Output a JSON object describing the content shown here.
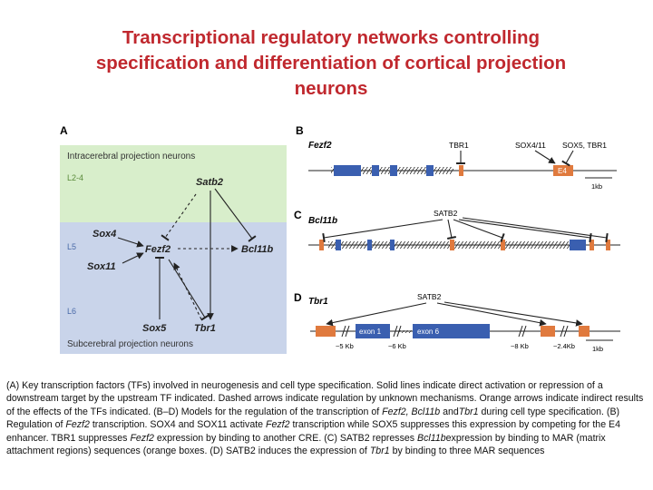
{
  "title": {
    "line1": "Transcriptional regulatory networks controlling",
    "line2": "specification and differentiation of cortical projection",
    "line3": "neurons"
  },
  "panel_a": {
    "letter": "A",
    "top_label": "Intracerebral projection neurons",
    "bottom_label": "Subcerebral projection neurons",
    "layer_l24": "L2-4",
    "layer_l5": "L5",
    "layer_l6": "L6",
    "genes": {
      "satb2": "Satb2",
      "sox4": "Sox4",
      "fezf2": "Fezf2",
      "bcl11b": "Bcl11b",
      "sox11": "Sox11",
      "sox5": "Sox5",
      "tbr1": "Tbr1"
    },
    "colors": {
      "upper": "#d8eecb",
      "lower": "#c9d4ea"
    }
  },
  "panel_b": {
    "letter": "B",
    "gene": "Fezf2",
    "tbr1": "TBR1",
    "sox4_11": "SOX4/11",
    "sox5_tbr1": "SOX5, TBR1",
    "enhancer": "E4",
    "scale": "1kb"
  },
  "panel_c": {
    "letter": "C",
    "gene": "Bcl11b",
    "satb2": "SATB2"
  },
  "panel_d": {
    "letter": "D",
    "gene": "Tbr1",
    "satb2": "SATB2",
    "exon1": "exon 1",
    "exon6": "exon 6",
    "d1": "~5 Kb",
    "d2": "~6 Kb",
    "d3": "~8 Kb",
    "d4": "~2.4Kb",
    "scale": "1kb"
  },
  "colors": {
    "exon": "#3a5fb0",
    "mar": "#e07a3e",
    "title": "#c0282e"
  },
  "caption": {
    "c1": "(A) Key transcription factors (TFs) involved in neurogenesis and cell type specification. Solid lines indicate direct activation or repression of a downstream target by the upstream TF indicated. Dashed arrows indicate regulation by unknown mechanisms. Orange arrows indicate indirect results of the effects of the TFs indicated. (B–D) Models for the regulation of the transcription of ",
    "c2": "Fezf2, Bcl11b",
    "c3": " and",
    "c4": "Tbr1",
    "c5": " during cell type specification. (B) Regulation of ",
    "c6": "Fezf2",
    "c7": " transcription. SOX4 and SOX11 activate ",
    "c8": "Fezf2",
    "c9": " transcription while SOX5 suppresses this expression by competing for the E4 enhancer. TBR1 suppresses ",
    "c10": "Fezf2",
    "c11": " expression by binding to another CRE. (C) SATB2 represses ",
    "c12": "Bcl11b",
    "c13": "expression by binding to MAR (matrix attachment regions) sequences (orange boxes. (D) SATB2 induces the expression of ",
    "c14": "Tbr1",
    "c15": " by binding to three MAR sequences"
  }
}
